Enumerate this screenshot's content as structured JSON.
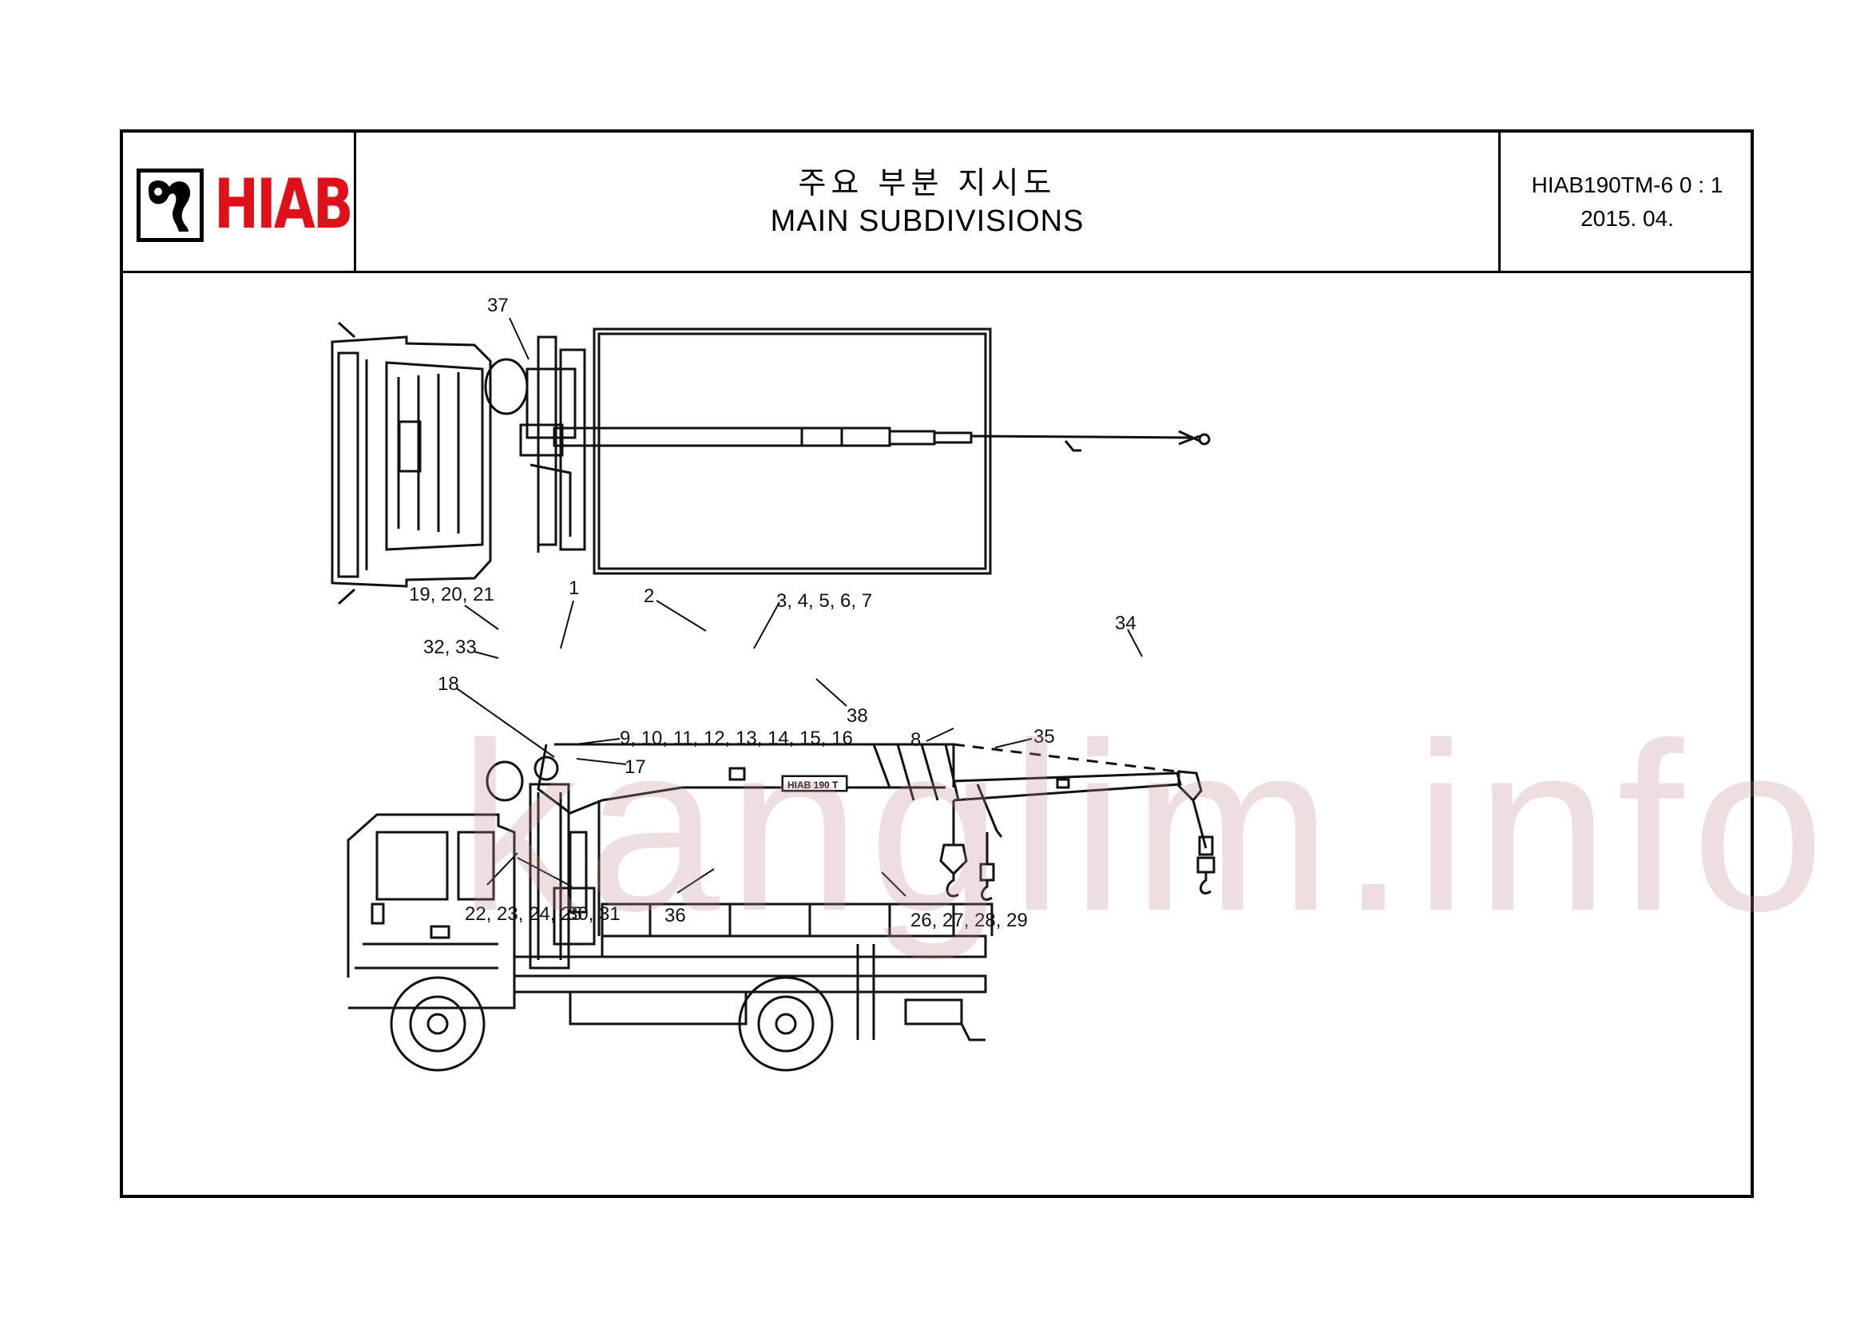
{
  "header": {
    "logo_text": "HIAB",
    "title_ko": "주요 부분 지시도",
    "title_en": "MAIN  SUBDIVISIONS",
    "model": "HIAB190TM-6   0 : 1",
    "date": "2015.  04."
  },
  "watermark": "kanglim.info",
  "colors": {
    "brand_red": "#e0101a",
    "line": "#000000",
    "watermark": "#be8c8c"
  },
  "callouts": {
    "c37": "37",
    "c19_21": "19, 20, 21",
    "c1": "1",
    "c2": "2",
    "c3_7": "3, 4, 5, 6, 7",
    "c34": "34",
    "c32_33": "32, 33",
    "c18": "18",
    "c38": "38",
    "c9_16": "9, 10, 11, 12, 13, 14, 15, 16",
    "c8": "8",
    "c35": "35",
    "c17": "17",
    "c22_25": "22, 23, 24, 25",
    "c30_31": "30, 31",
    "c36": "36",
    "c26_29": "26, 27, 28, 29"
  },
  "boom_plate": "HIAB 190 T"
}
